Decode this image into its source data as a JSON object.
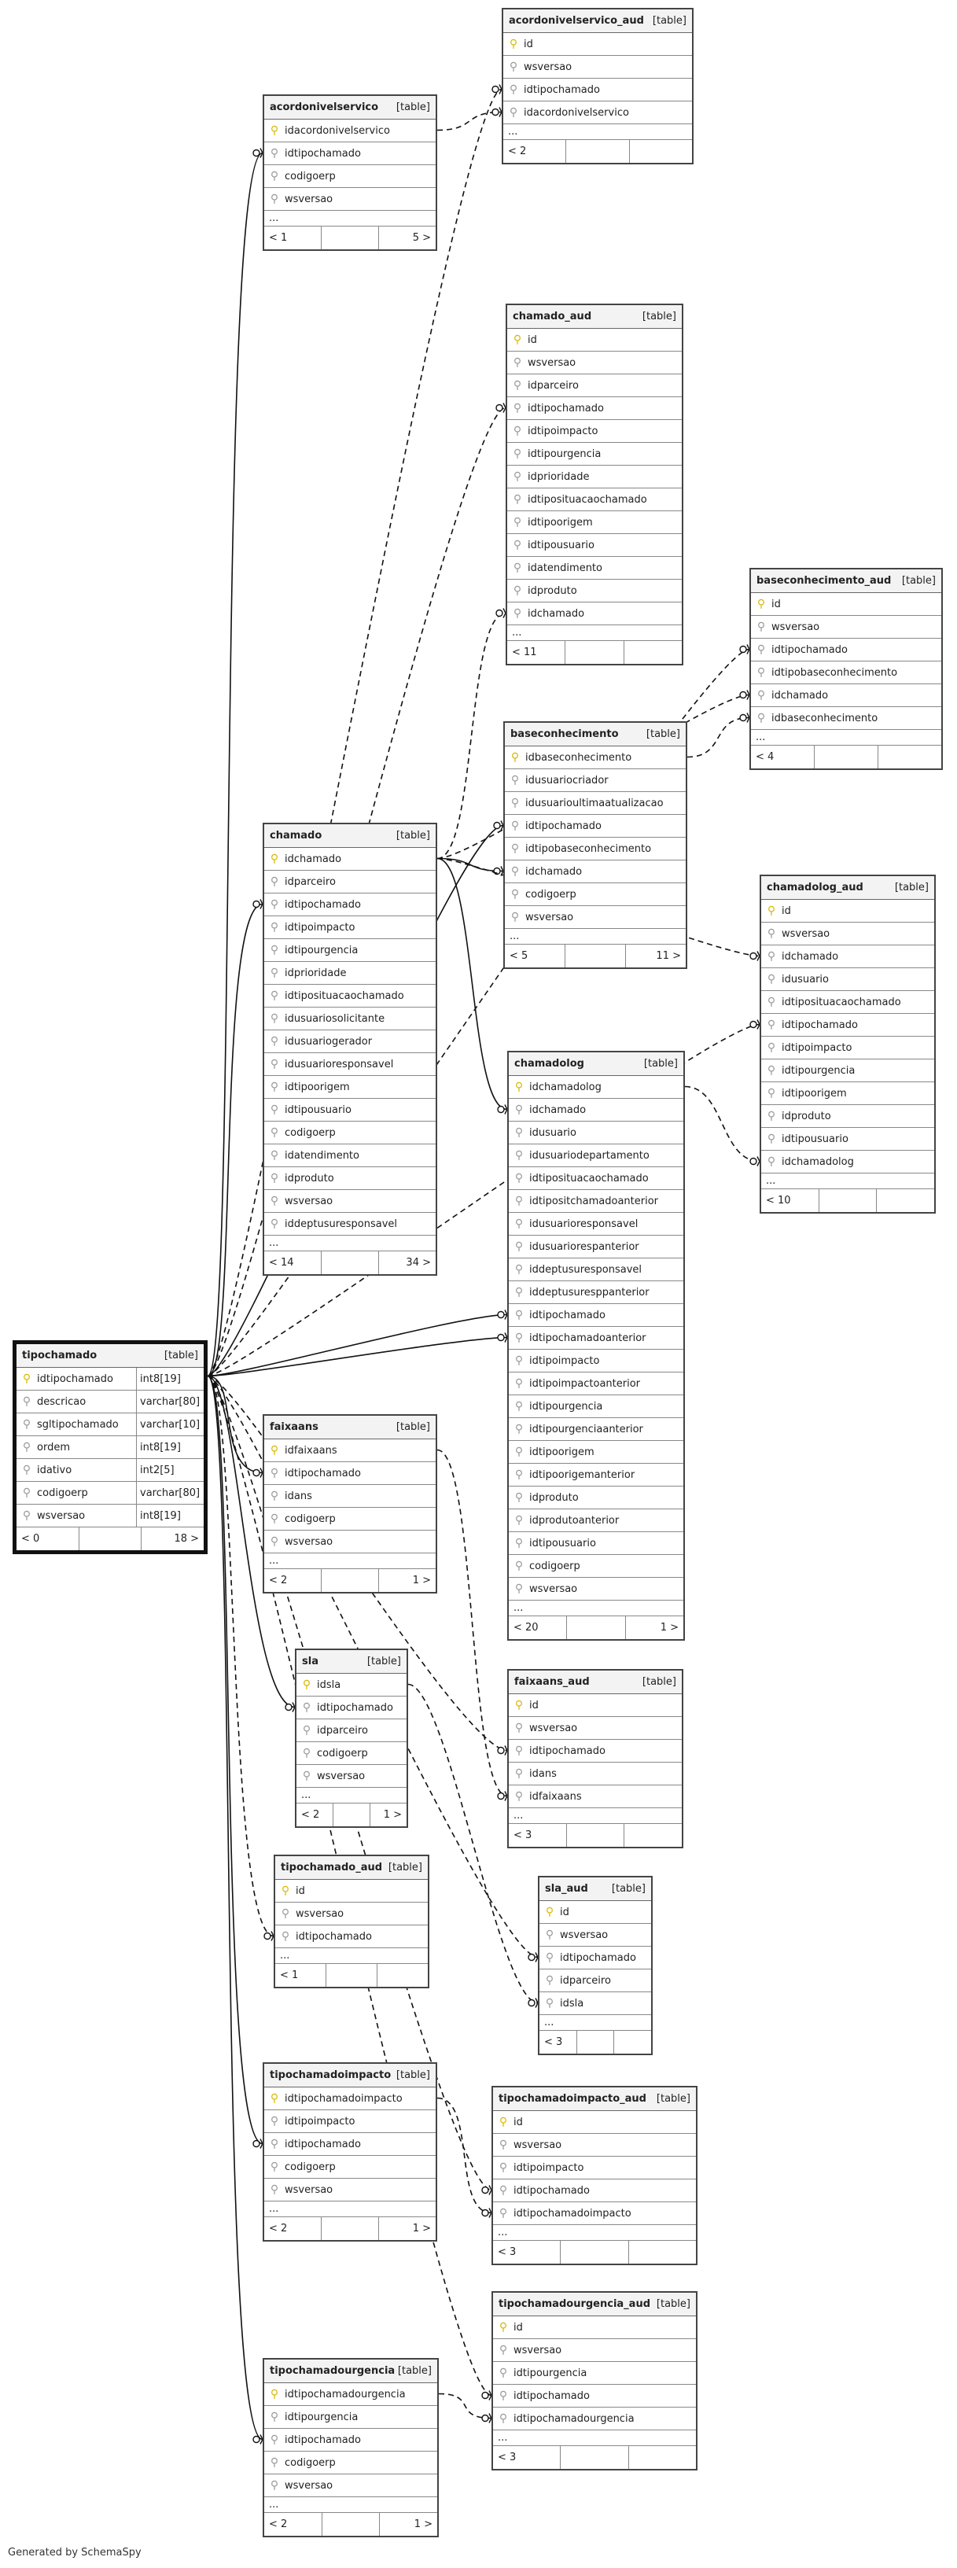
{
  "credit": "Generated by SchemaSpy",
  "tables": [
    {
      "name": "acordonivelservico_aud",
      "tag": "[table]",
      "cols": [
        {
          "n": "id",
          "pk": true
        },
        {
          "n": "wsversao",
          "pk": false
        },
        {
          "n": "idtipochamado",
          "pk": false
        },
        {
          "n": "idacordonivelservico",
          "pk": false
        }
      ],
      "foot": [
        "< 2",
        "",
        ""
      ]
    },
    {
      "name": "acordonivelservico",
      "tag": "[table]",
      "cols": [
        {
          "n": "idacordonivelservico",
          "pk": true
        },
        {
          "n": "idtipochamado",
          "pk": false
        },
        {
          "n": "codigoerp",
          "pk": false
        },
        {
          "n": "wsversao",
          "pk": false
        }
      ],
      "foot": [
        "< 1",
        "",
        "5 >"
      ]
    },
    {
      "name": "chamado_aud",
      "tag": "[table]",
      "cols": [
        {
          "n": "id",
          "pk": true
        },
        {
          "n": "wsversao",
          "pk": false
        },
        {
          "n": "idparceiro",
          "pk": false
        },
        {
          "n": "idtipochamado",
          "pk": false
        },
        {
          "n": "idtipoimpacto",
          "pk": false
        },
        {
          "n": "idtipourgencia",
          "pk": false
        },
        {
          "n": "idprioridade",
          "pk": false
        },
        {
          "n": "idtiposituacaochamado",
          "pk": false
        },
        {
          "n": "idtipoorigem",
          "pk": false
        },
        {
          "n": "idtipousuario",
          "pk": false
        },
        {
          "n": "idatendimento",
          "pk": false
        },
        {
          "n": "idproduto",
          "pk": false
        },
        {
          "n": "idchamado",
          "pk": false
        }
      ],
      "foot": [
        "< 11",
        "",
        ""
      ]
    },
    {
      "name": "baseconhecimento_aud",
      "tag": "[table]",
      "cols": [
        {
          "n": "id",
          "pk": true
        },
        {
          "n": "wsversao",
          "pk": false
        },
        {
          "n": "idtipochamado",
          "pk": false
        },
        {
          "n": "idtipobaseconhecimento",
          "pk": false
        },
        {
          "n": "idchamado",
          "pk": false
        },
        {
          "n": "idbaseconhecimento",
          "pk": false
        }
      ],
      "foot": [
        "< 4",
        "",
        ""
      ]
    },
    {
      "name": "baseconhecimento",
      "tag": "[table]",
      "cols": [
        {
          "n": "idbaseconhecimento",
          "pk": true
        },
        {
          "n": "idusuariocriador",
          "pk": false
        },
        {
          "n": "idusuarioultimaatualizacao",
          "pk": false
        },
        {
          "n": "idtipochamado",
          "pk": false
        },
        {
          "n": "idtipobaseconhecimento",
          "pk": false
        },
        {
          "n": "idchamado",
          "pk": false
        },
        {
          "n": "codigoerp",
          "pk": false
        },
        {
          "n": "wsversao",
          "pk": false
        }
      ],
      "foot": [
        "< 5",
        "",
        "11 >"
      ]
    },
    {
      "name": "chamado",
      "tag": "[table]",
      "cols": [
        {
          "n": "idchamado",
          "pk": true
        },
        {
          "n": "idparceiro",
          "pk": false
        },
        {
          "n": "idtipochamado",
          "pk": false
        },
        {
          "n": "idtipoimpacto",
          "pk": false
        },
        {
          "n": "idtipourgencia",
          "pk": false
        },
        {
          "n": "idprioridade",
          "pk": false
        },
        {
          "n": "idtiposituacaochamado",
          "pk": false
        },
        {
          "n": "idusuariosolicitante",
          "pk": false
        },
        {
          "n": "idusuariogerador",
          "pk": false
        },
        {
          "n": "idusuarioresponsavel",
          "pk": false
        },
        {
          "n": "idtipoorigem",
          "pk": false
        },
        {
          "n": "idtipousuario",
          "pk": false
        },
        {
          "n": "codigoerp",
          "pk": false
        },
        {
          "n": "idatendimento",
          "pk": false
        },
        {
          "n": "idproduto",
          "pk": false
        },
        {
          "n": "wsversao",
          "pk": false
        },
        {
          "n": "iddeptusuresponsavel",
          "pk": false
        }
      ],
      "foot": [
        "< 14",
        "",
        "34 >"
      ]
    },
    {
      "name": "chamadolog_aud",
      "tag": "[table]",
      "cols": [
        {
          "n": "id",
          "pk": true
        },
        {
          "n": "wsversao",
          "pk": false
        },
        {
          "n": "idchamado",
          "pk": false
        },
        {
          "n": "idusuario",
          "pk": false
        },
        {
          "n": "idtiposituacaochamado",
          "pk": false
        },
        {
          "n": "idtipochamado",
          "pk": false
        },
        {
          "n": "idtipoimpacto",
          "pk": false
        },
        {
          "n": "idtipourgencia",
          "pk": false
        },
        {
          "n": "idtipoorigem",
          "pk": false
        },
        {
          "n": "idproduto",
          "pk": false
        },
        {
          "n": "idtipousuario",
          "pk": false
        },
        {
          "n": "idchamadolog",
          "pk": false
        }
      ],
      "foot": [
        "< 10",
        "",
        ""
      ]
    },
    {
      "name": "chamadolog",
      "tag": "[table]",
      "cols": [
        {
          "n": "idchamadolog",
          "pk": true
        },
        {
          "n": "idchamado",
          "pk": false
        },
        {
          "n": "idusuario",
          "pk": false
        },
        {
          "n": "idusuariodepartamento",
          "pk": false
        },
        {
          "n": "idtiposituacaochamado",
          "pk": false
        },
        {
          "n": "idtipositchamadoanterior",
          "pk": false
        },
        {
          "n": "idusuarioresponsavel",
          "pk": false
        },
        {
          "n": "idusuariorespanterior",
          "pk": false
        },
        {
          "n": "iddeptusuresponsavel",
          "pk": false
        },
        {
          "n": "iddeptusuresppanterior",
          "pk": false
        },
        {
          "n": "idtipochamado",
          "pk": false
        },
        {
          "n": "idtipochamadoanterior",
          "pk": false
        },
        {
          "n": "idtipoimpacto",
          "pk": false
        },
        {
          "n": "idtipoimpactoanterior",
          "pk": false
        },
        {
          "n": "idtipourgencia",
          "pk": false
        },
        {
          "n": "idtipourgenciaanterior",
          "pk": false
        },
        {
          "n": "idtipoorigem",
          "pk": false
        },
        {
          "n": "idtipoorigemanterior",
          "pk": false
        },
        {
          "n": "idproduto",
          "pk": false
        },
        {
          "n": "idprodutoanterior",
          "pk": false
        },
        {
          "n": "idtipousuario",
          "pk": false
        },
        {
          "n": "codigoerp",
          "pk": false
        },
        {
          "n": "wsversao",
          "pk": false
        }
      ],
      "foot": [
        "< 20",
        "",
        "1 >"
      ]
    },
    {
      "name": "tipochamado",
      "tag": "[table]",
      "cols": [
        {
          "n": "idtipochamado",
          "pk": true,
          "t": "int8[19]"
        },
        {
          "n": "descricao",
          "pk": false,
          "t": "varchar[80]"
        },
        {
          "n": "sgltipochamado",
          "pk": false,
          "t": "varchar[10]"
        },
        {
          "n": "ordem",
          "pk": false,
          "t": "int8[19]"
        },
        {
          "n": "idativo",
          "pk": false,
          "t": "int2[5]"
        },
        {
          "n": "codigoerp",
          "pk": false,
          "t": "varchar[80]"
        },
        {
          "n": "wsversao",
          "pk": false,
          "t": "int8[19]"
        }
      ],
      "foot": [
        "< 0",
        "",
        "18 >"
      ]
    },
    {
      "name": "faixaans",
      "tag": "[table]",
      "cols": [
        {
          "n": "idfaixaans",
          "pk": true
        },
        {
          "n": "idtipochamado",
          "pk": false
        },
        {
          "n": "idans",
          "pk": false
        },
        {
          "n": "codigoerp",
          "pk": false
        },
        {
          "n": "wsversao",
          "pk": false
        }
      ],
      "foot": [
        "< 2",
        "",
        "1 >"
      ]
    },
    {
      "name": "sla",
      "tag": "[table]",
      "cols": [
        {
          "n": "idsla",
          "pk": true
        },
        {
          "n": "idtipochamado",
          "pk": false
        },
        {
          "n": "idparceiro",
          "pk": false
        },
        {
          "n": "codigoerp",
          "pk": false
        },
        {
          "n": "wsversao",
          "pk": false
        }
      ],
      "foot": [
        "< 2",
        "",
        "1 >"
      ]
    },
    {
      "name": "faixaans_aud",
      "tag": "[table]",
      "cols": [
        {
          "n": "id",
          "pk": true
        },
        {
          "n": "wsversao",
          "pk": false
        },
        {
          "n": "idtipochamado",
          "pk": false
        },
        {
          "n": "idans",
          "pk": false
        },
        {
          "n": "idfaixaans",
          "pk": false
        }
      ],
      "foot": [
        "< 3",
        "",
        ""
      ]
    },
    {
      "name": "tipochamado_aud",
      "tag": "[table]",
      "cols": [
        {
          "n": "id",
          "pk": true
        },
        {
          "n": "wsversao",
          "pk": false
        },
        {
          "n": "idtipochamado",
          "pk": false
        }
      ],
      "foot": [
        "< 1",
        "",
        ""
      ]
    },
    {
      "name": "sla_aud",
      "tag": "[table]",
      "cols": [
        {
          "n": "id",
          "pk": true
        },
        {
          "n": "wsversao",
          "pk": false
        },
        {
          "n": "idtipochamado",
          "pk": false
        },
        {
          "n": "idparceiro",
          "pk": false
        },
        {
          "n": "idsla",
          "pk": false
        }
      ],
      "foot": [
        "< 3",
        "",
        ""
      ]
    },
    {
      "name": "tipochamadoimpacto",
      "tag": "[table]",
      "cols": [
        {
          "n": "idtipochamadoimpacto",
          "pk": true
        },
        {
          "n": "idtipoimpacto",
          "pk": false
        },
        {
          "n": "idtipochamado",
          "pk": false
        },
        {
          "n": "codigoerp",
          "pk": false
        },
        {
          "n": "wsversao",
          "pk": false
        }
      ],
      "foot": [
        "< 2",
        "",
        "1 >"
      ]
    },
    {
      "name": "tipochamadoimpacto_aud",
      "tag": "[table]",
      "cols": [
        {
          "n": "id",
          "pk": true
        },
        {
          "n": "wsversao",
          "pk": false
        },
        {
          "n": "idtipoimpacto",
          "pk": false
        },
        {
          "n": "idtipochamado",
          "pk": false
        },
        {
          "n": "idtipochamadoimpacto",
          "pk": false
        }
      ],
      "foot": [
        "< 3",
        "",
        ""
      ]
    },
    {
      "name": "tipochamadourgencia_aud",
      "tag": "[table]",
      "cols": [
        {
          "n": "id",
          "pk": true
        },
        {
          "n": "wsversao",
          "pk": false
        },
        {
          "n": "idtipourgencia",
          "pk": false
        },
        {
          "n": "idtipochamado",
          "pk": false
        },
        {
          "n": "idtipochamadourgencia",
          "pk": false
        }
      ],
      "foot": [
        "< 3",
        "",
        ""
      ]
    },
    {
      "name": "tipochamadourgencia",
      "tag": "[table]",
      "cols": [
        {
          "n": "idtipochamadourgencia",
          "pk": true
        },
        {
          "n": "idtipourgencia",
          "pk": false
        },
        {
          "n": "idtipochamado",
          "pk": false
        },
        {
          "n": "codigoerp",
          "pk": false
        },
        {
          "n": "wsversao",
          "pk": false
        }
      ],
      "foot": [
        "< 2",
        "",
        "1 >"
      ]
    }
  ]
}
